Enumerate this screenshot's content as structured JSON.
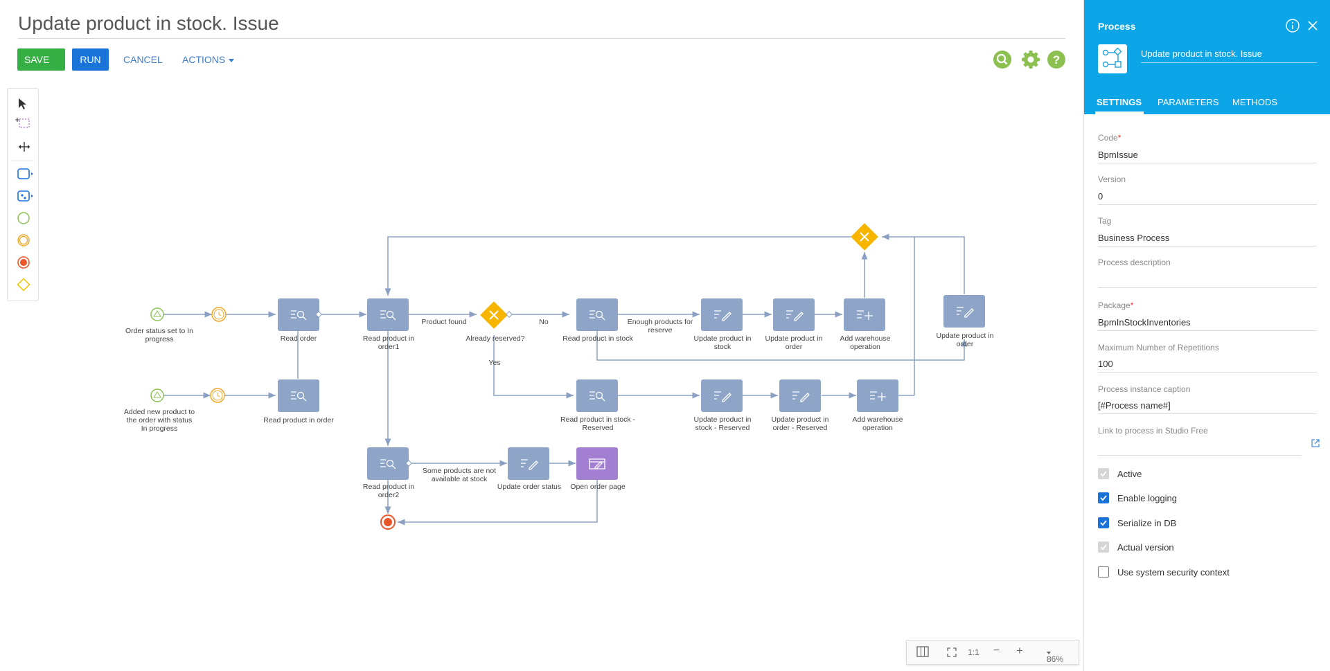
{
  "header": {
    "title": "Update product in stock. Issue",
    "save_label": "SAVE",
    "run_label": "RUN",
    "cancel_label": "CANCEL",
    "actions_label": "ACTIONS"
  },
  "toolbar_icons": [
    "search-icon",
    "gear-icon",
    "help-icon"
  ],
  "palette": [
    "pointer-tool",
    "select-area-tool",
    "move-tool",
    "task-tool",
    "subprocess-tool",
    "start-event-tool",
    "intermediate-event-tool",
    "end-event-tool",
    "gateway-tool"
  ],
  "diagram": {
    "start1_label": [
      "Order status set to In",
      "progress"
    ],
    "start2_label": [
      "Added new product to",
      "the order with status",
      "In progress"
    ],
    "read_order": "Read order",
    "read_product_in_order": "Read product in order",
    "read_order1": [
      "Read product in",
      "order1"
    ],
    "product_found": "Product found",
    "already_reserved": "Already reserved?",
    "no": "No",
    "yes": "Yes",
    "read_in_stock": "Read product in stock",
    "enough": [
      "Enough products for",
      "reserve"
    ],
    "upd_stock": [
      "Update product in",
      "stock"
    ],
    "upd_order": [
      "Update product in",
      "order"
    ],
    "add_wh": [
      "Add warehouse",
      "operation"
    ],
    "upd_order_right": [
      "Update product in",
      "order"
    ],
    "read_stock_res": [
      "Read product in stock -",
      "Reserved"
    ],
    "upd_stock_res": [
      "Update product in",
      "stock - Reserved"
    ],
    "upd_order_res": [
      "Update product in",
      "order - Reserved"
    ],
    "add_wh2": [
      "Add warehouse",
      "operation"
    ],
    "read_order2": [
      "Read product in",
      "order2"
    ],
    "not_available": [
      "Some products are not",
      "available at stock"
    ],
    "upd_status": "Update order status",
    "open_page": "Open order page"
  },
  "zoom": {
    "one_to_one": "1:1",
    "minus": "−",
    "plus": "+",
    "level": "86%"
  },
  "panel": {
    "title": "Process",
    "process_name": "Update product in stock. Issue",
    "tabs": [
      "SETTINGS",
      "PARAMETERS",
      "METHODS"
    ],
    "fields": {
      "code_label": "Code",
      "code_value": "BpmIssue",
      "version_label": "Version",
      "version_value": "0",
      "tag_label": "Tag",
      "tag_value": "Business Process",
      "desc_label": "Process description",
      "desc_value": "",
      "package_label": "Package",
      "package_value": "BpmInStockInventories",
      "max_rep_label": "Maximum Number of Repetitions",
      "max_rep_value": "100",
      "caption_label": "Process instance caption",
      "caption_value": "[#Process name#]",
      "link_label": "Link to process in Studio Free",
      "link_value": ""
    },
    "checkboxes": [
      {
        "label": "Active",
        "state": "checked-disabled"
      },
      {
        "label": "Enable logging",
        "state": "checked"
      },
      {
        "label": "Serialize in DB",
        "state": "checked"
      },
      {
        "label": "Actual version",
        "state": "checked-disabled"
      },
      {
        "label": "Use system security context",
        "state": "unchecked"
      }
    ]
  }
}
